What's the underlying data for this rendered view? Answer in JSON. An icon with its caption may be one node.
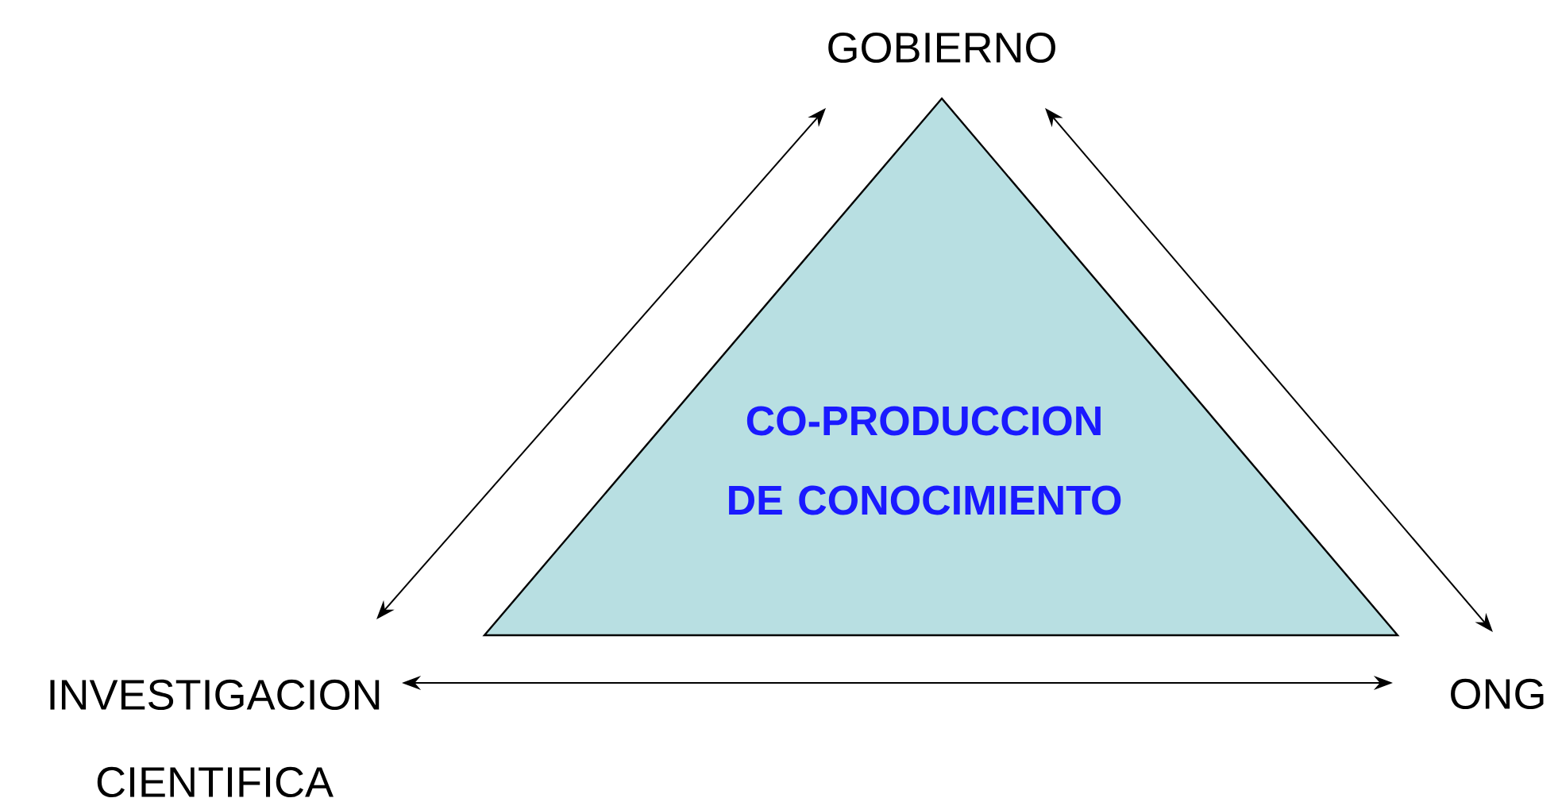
{
  "diagram": {
    "nodes": [
      {
        "text": [
          "GOBIERNO"
        ]
      },
      {
        "text": [
          "CO-PRODUCCION DE CONOCIMIENTO"
        ]
      },
      {
        "text": [
          "INVESTIGACION CIENTIFICA"
        ]
      },
      {
        "text": [
          "ONG"
        ]
      }
    ],
    "edges": [
      {
        "from": 2,
        "to": 0,
        "arrow": "both"
      },
      {
        "from": 0,
        "to": 3,
        "arrow": "both"
      },
      {
        "from": 2,
        "to": 3,
        "arrow": "both"
      }
    ]
  }
}
